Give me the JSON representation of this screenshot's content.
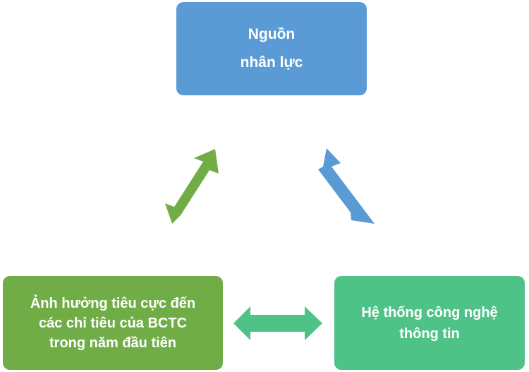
{
  "nodes": {
    "top": {
      "lines": [
        "Nguồn",
        "nhân lực"
      ],
      "color": "#5b9bd5"
    },
    "left": {
      "lines": [
        "Ảnh hưởng tiêu cực đến",
        "các chỉ tiêu của BCTC",
        "trong năm đầu tiên"
      ],
      "color": "#70ad47"
    },
    "right": {
      "lines": [
        "Hệ thống công nghệ",
        "thông tin"
      ],
      "color": "#4fc287"
    }
  },
  "arrows": {
    "top_left": {
      "color": "#70ad47",
      "direction": "bidirectional"
    },
    "top_right": {
      "color": "#5b9bd5",
      "direction": "bidirectional"
    },
    "bottom": {
      "color": "#4fc287",
      "direction": "bidirectional"
    }
  }
}
